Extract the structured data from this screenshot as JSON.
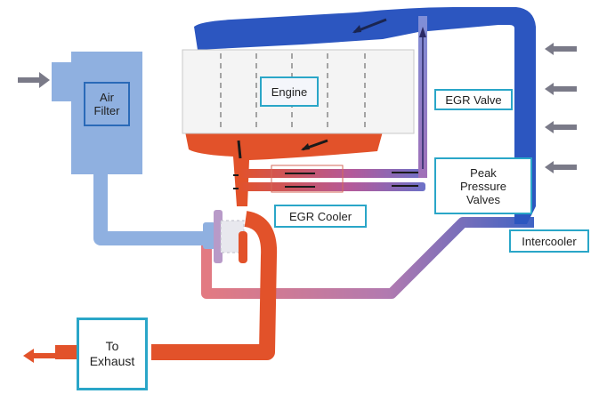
{
  "labels": {
    "air_filter": "Air\nFilter",
    "engine": "Engine",
    "egr_valve": "EGR Valve",
    "peak_pressure_valves": "Peak\nPressure\nValves",
    "egr_cooler": "EGR Cooler",
    "intercooler": "Intercooler",
    "to_exhaust": "To\nExhaust"
  },
  "colors": {
    "intake_air": "#8fb0e0",
    "charge_air": "#2c56c0",
    "exhaust": "#e2522a",
    "cooled_charge": "#e0888c",
    "label_border": "#2aa6c8",
    "arrow": "#7a7a88"
  }
}
